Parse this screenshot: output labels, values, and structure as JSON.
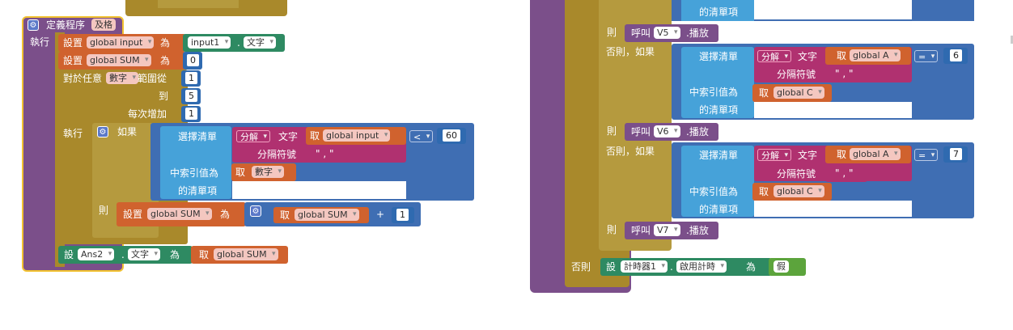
{
  "procedure": {
    "keyword": "定義程序",
    "name": "及格",
    "do_label": "執行"
  },
  "set1": {
    "keyword": "設置",
    "var": "global input",
    "to": "為",
    "component": "input1",
    "prop": "文字"
  },
  "set2": {
    "keyword": "設置",
    "var": "global SUM",
    "to": "為",
    "value": "0"
  },
  "for": {
    "keyword": "對於任意",
    "var": "數字",
    "range_from": "範圍從",
    "from_val": "1",
    "to_label": "到",
    "to_val": "5",
    "step_label": "每次增加",
    "step_val": "1",
    "do_label": "執行"
  },
  "if_block": {
    "if_label": "如果",
    "select_list": "選擇清單",
    "split": "分解",
    "text_label": "文字",
    "get": "取",
    "get_var": "global input",
    "sep_label": "分隔符號",
    "sep_val": "\" , \"",
    "op": "<",
    "compare_val": "60",
    "index_label": "中索引值為",
    "index_get": "取",
    "index_var": "數字",
    "list_item": "的清單項",
    "then_label": "則",
    "set_keyword": "設置",
    "set_var": "global SUM",
    "to": "為",
    "add_get": "取",
    "add_var": "global SUM",
    "plus": "+",
    "add_val": "1"
  },
  "set3": {
    "keyword": "設",
    "component": "Ans2",
    "prop": "文字",
    "to": "為",
    "get": "取",
    "var": "global SUM"
  },
  "right": {
    "top_list_item": "的清單項",
    "then1": "則",
    "call": "呼叫",
    "v5": "V5",
    "play": ".播放",
    "elseif1": "否則，如果",
    "select_list": "選擇清單",
    "split": "分解",
    "text_label": "文字",
    "get": "取",
    "global_a": "global A",
    "eq": "=",
    "val6": "6",
    "sep_label": "分隔符號",
    "sep_val": "\" , \"",
    "index_label": "中索引值為",
    "global_c": "global C",
    "list_item": "的清單項",
    "then2": "則",
    "v6": "V6",
    "elseif2": "否則，如果",
    "val7": "7",
    "then3": "則",
    "v7": "V7",
    "else_label": "否則",
    "set_keyword": "設",
    "timer": "計時器1",
    "timer_prop": "啟用計時",
    "to": "為",
    "false_val": "假"
  }
}
